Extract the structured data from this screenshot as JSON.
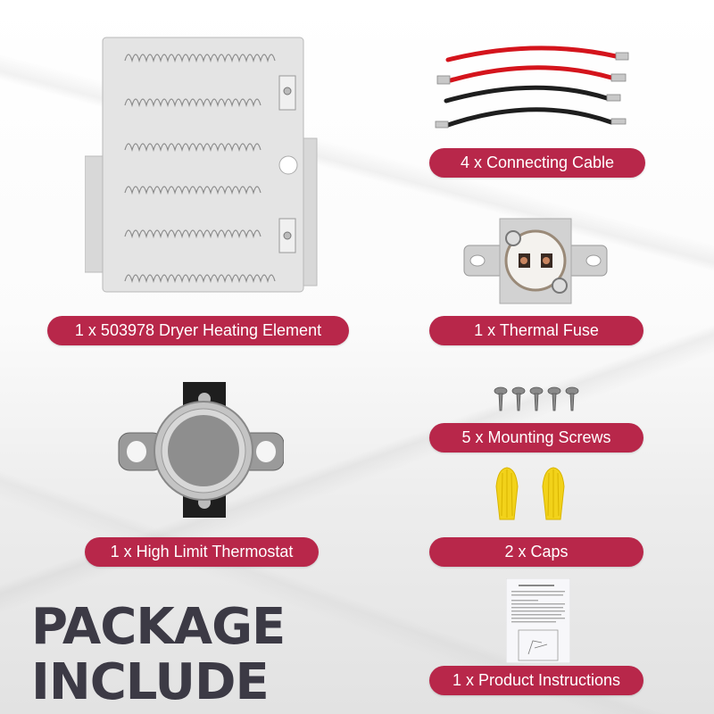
{
  "headline": {
    "line1": "PACKAGE",
    "line2": "INCLUDE"
  },
  "items": [
    {
      "label": "1 x 503978 Dryer Heating Element",
      "image": "heating-element-image"
    },
    {
      "label": "4 x Connecting Cable",
      "image": "connecting-cables-image"
    },
    {
      "label": "1 x Thermal Fuse",
      "image": "thermal-fuse-image"
    },
    {
      "label": "5 x Mounting Screws",
      "image": "mounting-screws-image"
    },
    {
      "label": "1 x High Limit Thermostat",
      "image": "thermostat-image"
    },
    {
      "label": "2 x Caps",
      "image": "wire-caps-image"
    },
    {
      "label": "1 x Product Instructions",
      "image": "instructions-sheet-image"
    }
  ],
  "colors": {
    "pill_background": "#b8274a",
    "pill_text": "#ffffff",
    "headline_text": "#3c3a45",
    "cable_red": "#d4141c",
    "cable_black": "#1e1e1e",
    "cap_yellow": "#f2d21a"
  }
}
